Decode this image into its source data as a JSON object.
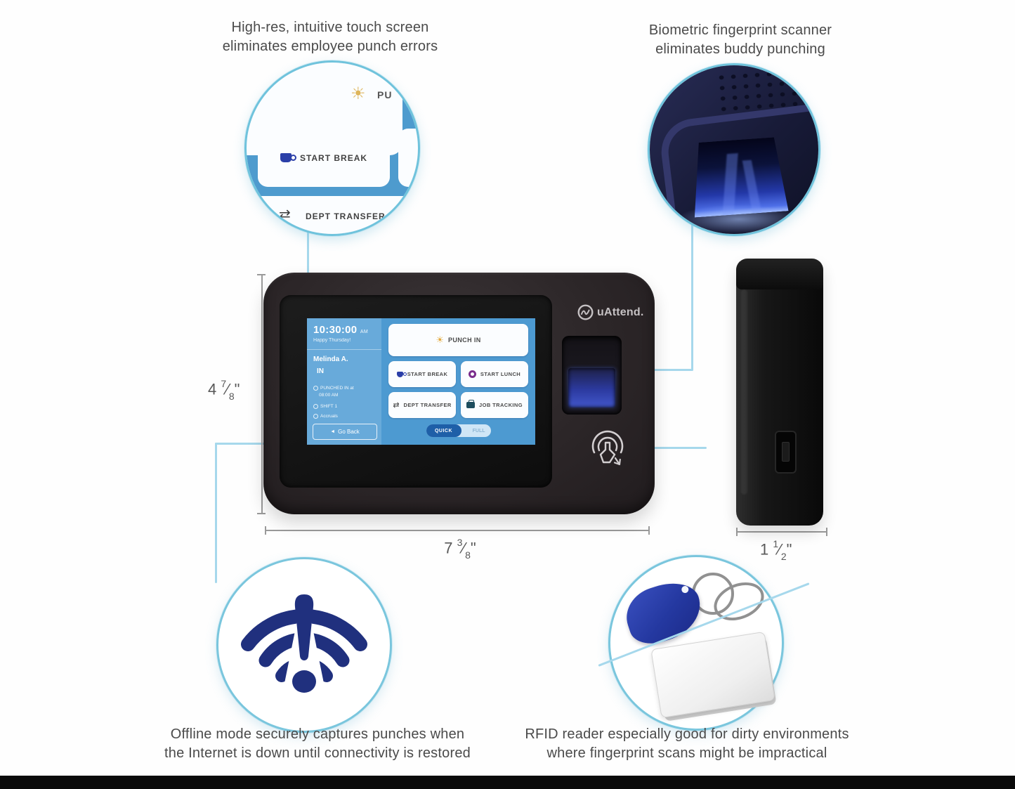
{
  "captions": {
    "touchscreen": {
      "line1": "High-res, intuitive touch screen",
      "line2": "eliminates employee punch errors"
    },
    "fingerprint": {
      "line1": "Biometric fingerprint scanner",
      "line2": "eliminates buddy punching"
    },
    "offline": {
      "line1": "Offline mode securely captures punches when",
      "line2": "the Internet is down until connectivity is restored"
    },
    "rfid": {
      "line1": "RFID reader especially good for dirty environments",
      "line2": "where fingerprint scans might be impractical"
    }
  },
  "magnified_screen": {
    "punch_partial": "PU",
    "start_break": "START BREAK",
    "dept_transfer": "DEPT TRANSFER"
  },
  "device": {
    "brand": "uAttend.",
    "screen": {
      "time": "10:30:00",
      "meridiem": "AM",
      "greeting": "Happy Thursday!",
      "employee": "Melinda A.",
      "status": "IN",
      "info_lines": [
        "PUNCHED IN at",
        "08:00 AM",
        "SHIFT 1",
        "Accruals"
      ],
      "back_label": "Go Back",
      "punch_button": "PUNCH IN",
      "grid_buttons": [
        {
          "label": "START BREAK"
        },
        {
          "label": "START LUNCH"
        },
        {
          "label": "DEPT TRANSFER"
        },
        {
          "label": "JOB TRACKING"
        }
      ],
      "toggle": {
        "selected": "QUICK",
        "unselected": "FULL"
      }
    }
  },
  "dimensions": {
    "height": {
      "whole": "4",
      "num": "7",
      "den": "8",
      "unit": "\""
    },
    "width": {
      "whole": "7",
      "num": "3",
      "den": "8",
      "unit": "\""
    },
    "depth": {
      "whole": "1",
      "num": "1",
      "den": "2",
      "unit": "\""
    }
  },
  "colors": {
    "accent_line": "#a6d8ec",
    "circle_border": "#6fc3dc",
    "icon_navy": "#20307e",
    "fob_blue": "#2b3fa8",
    "screen_blue": "#4d9ad1"
  }
}
